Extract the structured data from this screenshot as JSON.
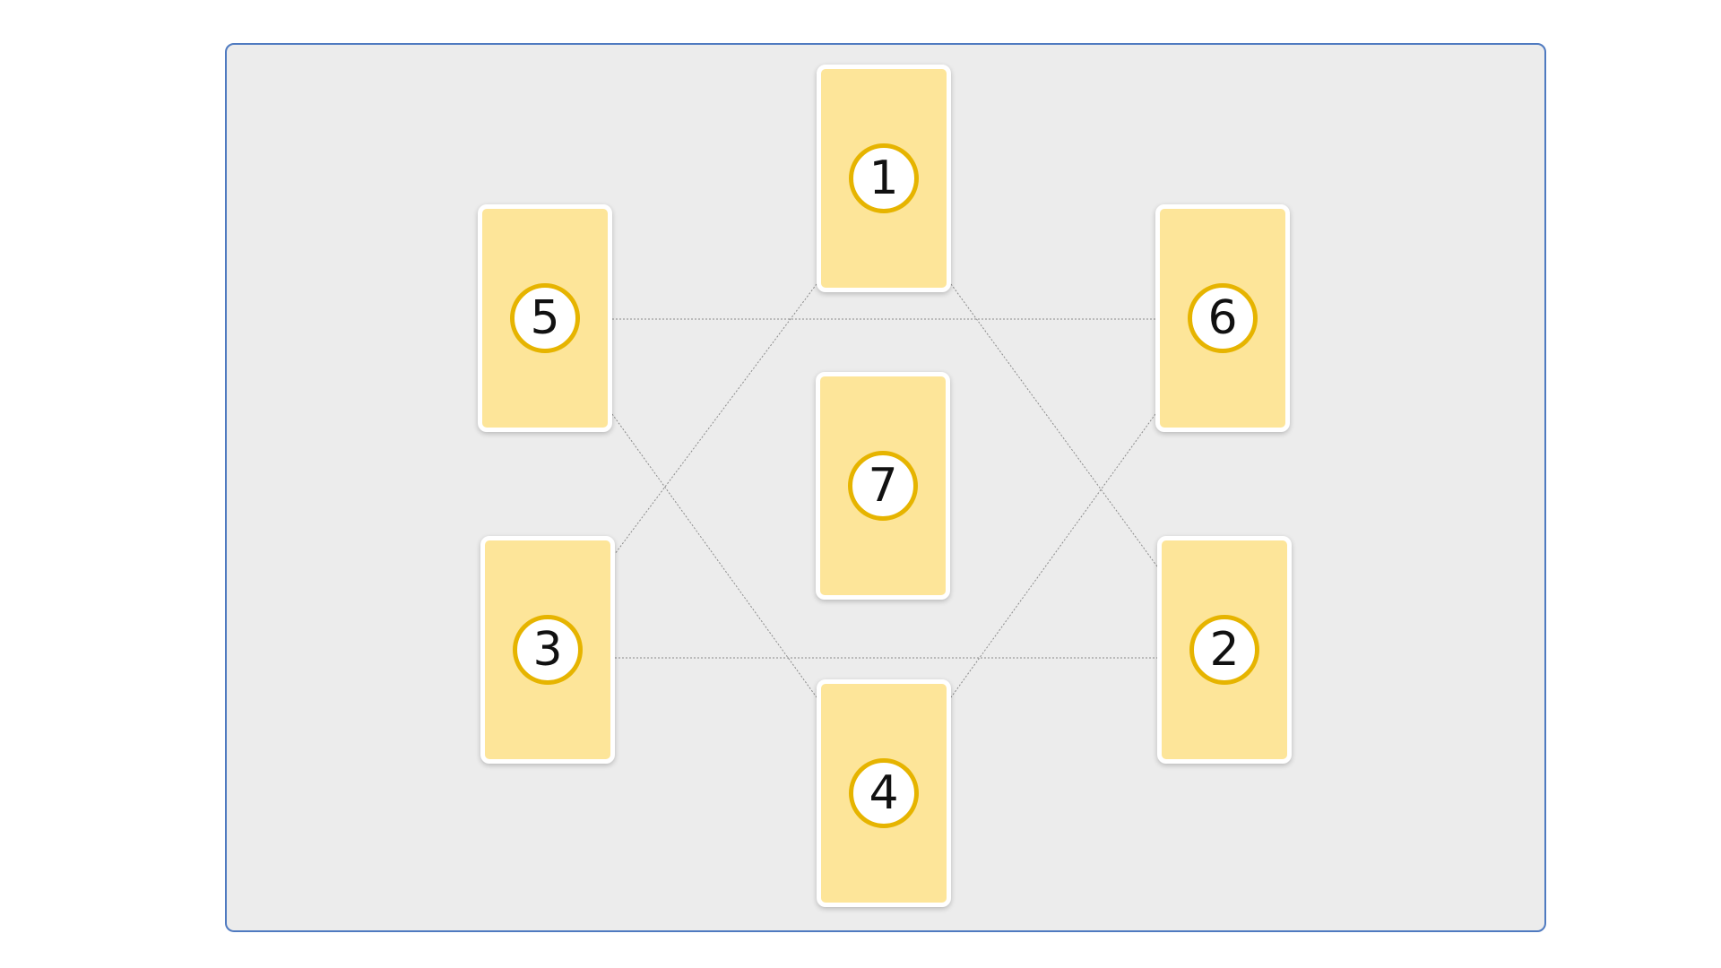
{
  "colors": {
    "panel_background": "#ececec",
    "panel_border": "#4f7ac0",
    "card_fill": "#fde599",
    "card_border": "#ffffff",
    "circle_border": "#e6b400",
    "connector": "#8a8a8a"
  },
  "cards": [
    {
      "id": "c1",
      "label": "1"
    },
    {
      "id": "c2",
      "label": "2"
    },
    {
      "id": "c3",
      "label": "3"
    },
    {
      "id": "c4",
      "label": "4"
    },
    {
      "id": "c5",
      "label": "5"
    },
    {
      "id": "c6",
      "label": "6"
    },
    {
      "id": "c7",
      "label": "7"
    }
  ]
}
